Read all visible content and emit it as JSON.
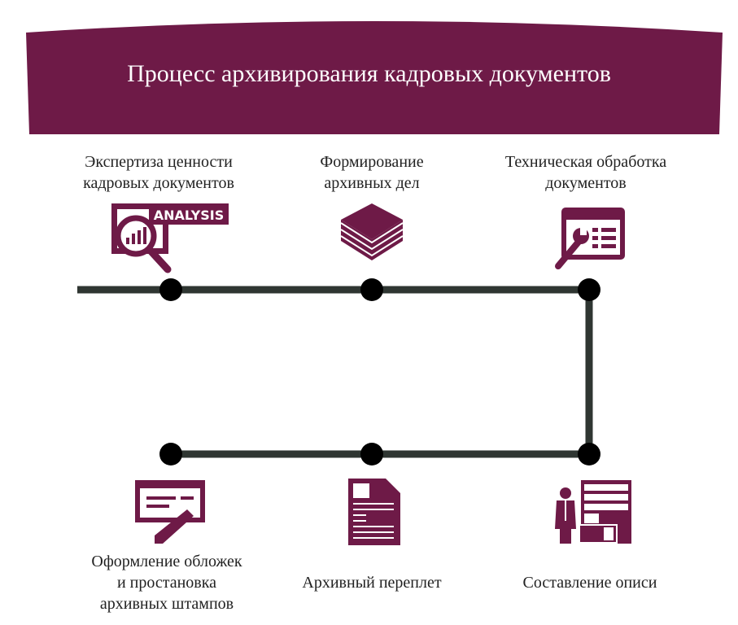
{
  "title": "Процесс архивирования кадровых документов",
  "colors": {
    "accent": "#6e1a47",
    "line": "#2f3632",
    "dot": "#000000",
    "text": "#222222"
  },
  "steps_top": [
    {
      "lines": [
        "Экспертиза ценности",
        "кадровых документов"
      ],
      "icon": "analysis-magnifier-icon",
      "icon_text": "ANALYSIS"
    },
    {
      "lines": [
        "Формирование",
        "архивных дел"
      ],
      "icon": "layers-stack-icon"
    },
    {
      "lines": [
        "Техническая обработка",
        "документов"
      ],
      "icon": "wrench-document-icon"
    }
  ],
  "steps_bottom": [
    {
      "lines": [
        "Оформление обложек",
        "и простановка",
        "архивных штампов"
      ],
      "icon": "form-pen-icon"
    },
    {
      "lines": [
        "Архивный переплет"
      ],
      "icon": "document-icon"
    },
    {
      "lines": [
        "Составление описи"
      ],
      "icon": "archivist-shelves-icon"
    }
  ]
}
